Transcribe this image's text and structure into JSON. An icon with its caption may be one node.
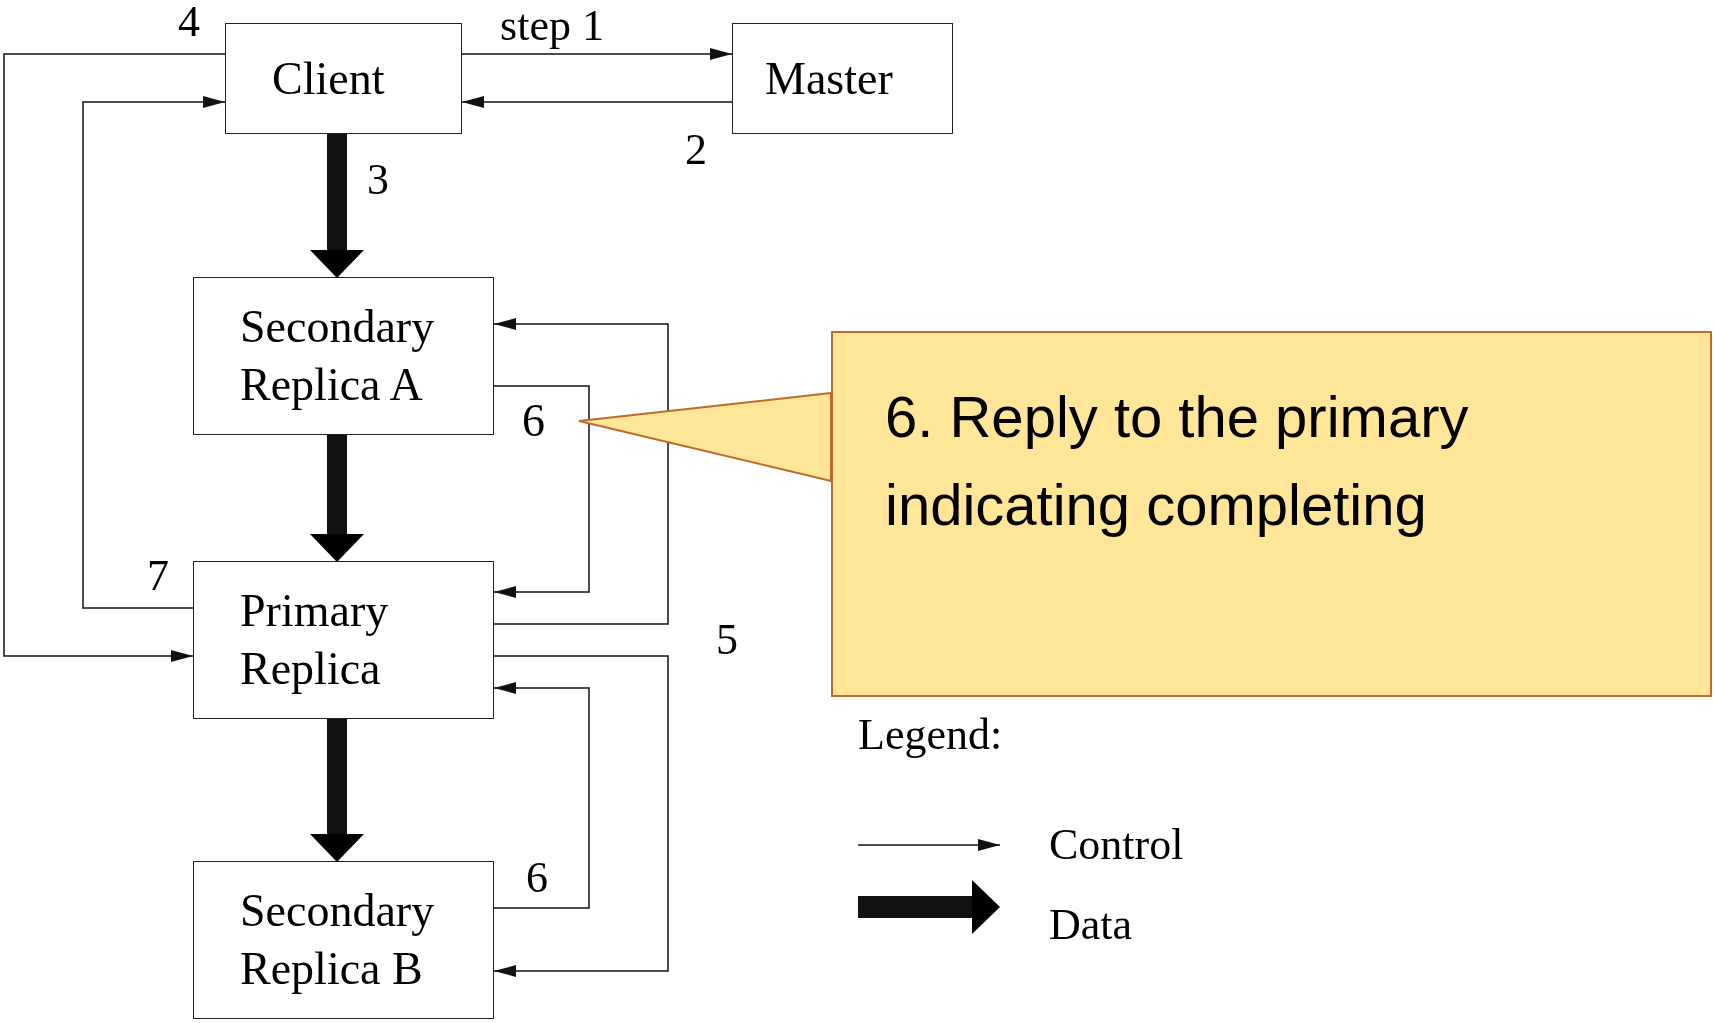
{
  "diagram": {
    "nodes": [
      {
        "text": [
          "Client"
        ]
      },
      {
        "text": [
          "Master"
        ]
      },
      {
        "text": [
          "Secondary Replica A"
        ]
      },
      {
        "text": [
          "Primary Replica"
        ]
      },
      {
        "text": [
          "Secondary Replica B"
        ]
      },
      {
        "text": [
          "6"
        ]
      },
      {
        "text": [
          "6. Reply to the primary indicating completing"
        ]
      }
    ],
    "edges": [
      {
        "from": 0,
        "to": 1,
        "arrow": "to",
        "label": "step 1"
      },
      {
        "from": 1,
        "to": 0,
        "arrow": "to",
        "label": "2"
      },
      {
        "from": 0,
        "to": 2,
        "arrow": "to",
        "label": "3",
        "style": "thick"
      },
      {
        "from": 2,
        "to": 3,
        "arrow": "to",
        "style": "thick"
      },
      {
        "from": 3,
        "to": 4,
        "arrow": "to",
        "style": "thick"
      },
      {
        "from": 0,
        "to": 3,
        "arrow": "to",
        "label": "4"
      },
      {
        "from": 3,
        "to": 0,
        "arrow": "to",
        "label": "7"
      },
      {
        "from": 3,
        "to": 2,
        "arrow": "to"
      },
      {
        "from": 3,
        "to": 4,
        "arrow": "to"
      },
      {
        "from": 2,
        "to": 3,
        "arrow": "to"
      },
      {
        "from": 4,
        "to": 3,
        "arrow": "to",
        "label": "6"
      },
      {
        "from": 6,
        "to": 5,
        "arrow": "none"
      }
    ],
    "labels": [
      "5",
      "Legend:"
    ],
    "legend": [
      {
        "text": "Control"
      },
      {
        "text": "Data"
      }
    ]
  }
}
